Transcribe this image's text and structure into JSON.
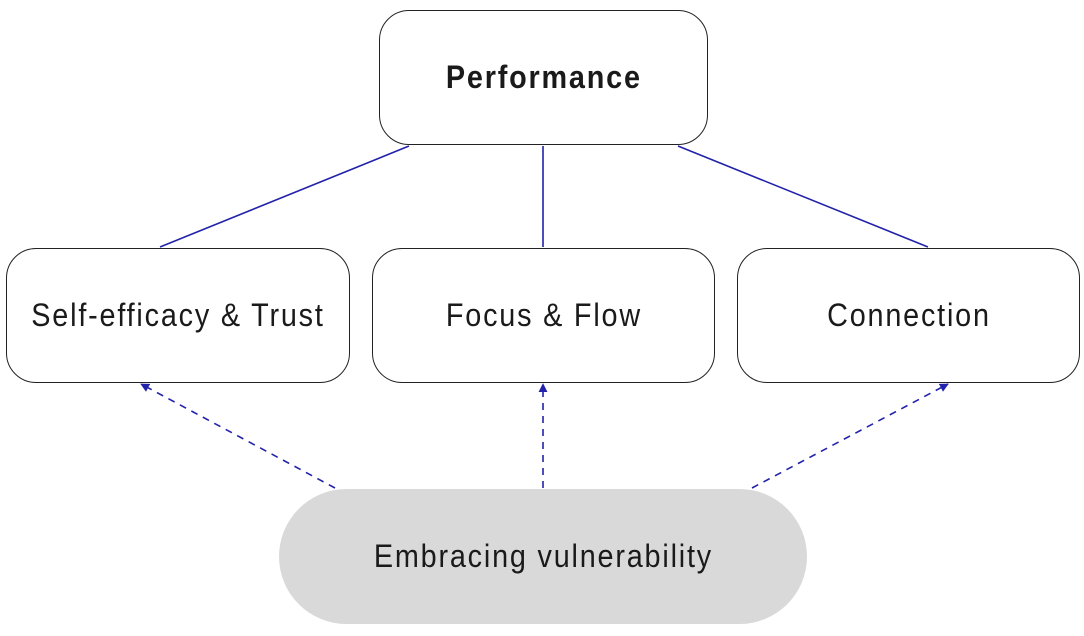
{
  "colors": {
    "connector": "#2222aa",
    "box_border": "#222222",
    "box_fill": "#ffffff",
    "base_fill": "#d9d9d9",
    "text": "#1a1a1a"
  },
  "nodes": {
    "top": {
      "label": "Performance"
    },
    "left": {
      "label": "Self-efficacy & Trust"
    },
    "middle": {
      "label": "Focus & Flow"
    },
    "right": {
      "label": "Connection"
    },
    "base": {
      "label": "Embracing vulnerability"
    }
  },
  "edges": [
    {
      "from": "top",
      "to": "left",
      "style": "solid"
    },
    {
      "from": "top",
      "to": "middle",
      "style": "solid"
    },
    {
      "from": "top",
      "to": "right",
      "style": "solid"
    },
    {
      "from": "base",
      "to": "left",
      "style": "dashed-arrow"
    },
    {
      "from": "base",
      "to": "middle",
      "style": "dashed-arrow"
    },
    {
      "from": "base",
      "to": "right",
      "style": "dashed-arrow"
    }
  ]
}
